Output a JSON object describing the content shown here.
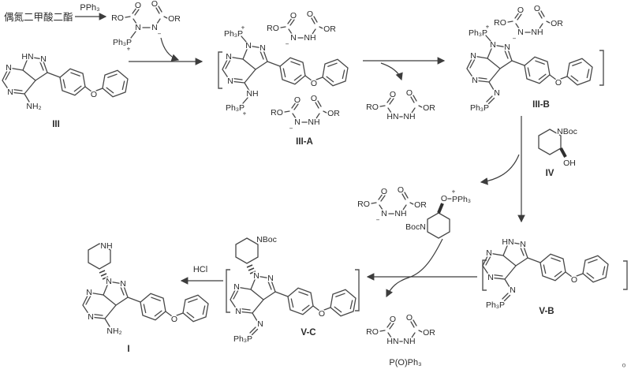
{
  "labels": {
    "reagent_cn": "偶氮二甲酸二酯",
    "pph3": "PPh₃",
    "hcl": "HCl",
    "opph3": "P(O)Ph₃",
    "iii": "III",
    "iiia": "III-A",
    "iiib": "III-B",
    "iv": "IV",
    "vb": "V-B",
    "vc": "V-C",
    "i": "I",
    "corner": "o"
  },
  "atoms": {
    "n": "N",
    "o": "O",
    "hn": "HN",
    "nh": "NH",
    "nh2": "NH₂",
    "ro": "RO",
    "or": "OR",
    "minus": "−",
    "plus": "+",
    "ph3p": "Ph₃P",
    "pph3": "PPh₃",
    "nboc": "NBoc",
    "bocn": "BocN",
    "oh": "OH"
  }
}
